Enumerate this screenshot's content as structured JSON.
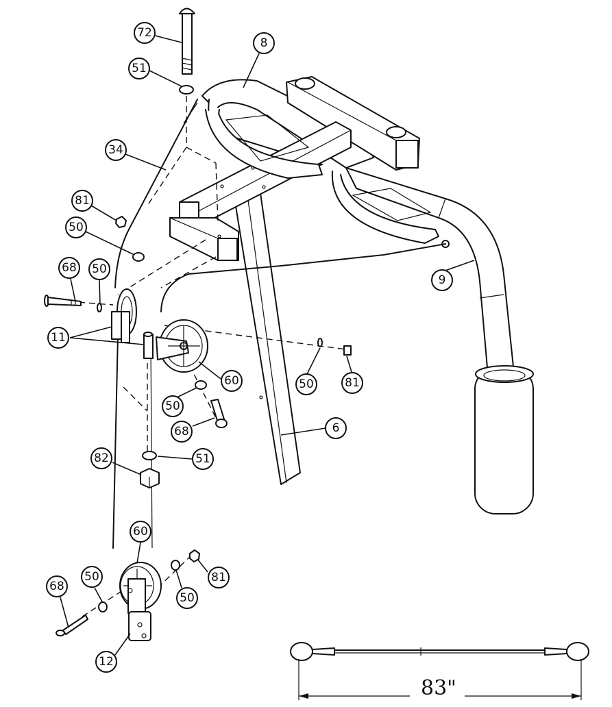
{
  "callouts": {
    "c72": "72",
    "c51a": "51",
    "c8": "8",
    "c34": "34",
    "c81a": "81",
    "c50a": "50",
    "c68a": "68",
    "c50b": "50",
    "c9": "9",
    "c11": "11",
    "c60a": "60",
    "c50c": "50",
    "c81b": "81",
    "c50d": "50",
    "c68b": "68",
    "c6": "6",
    "c82": "82",
    "c51b": "51",
    "c60b": "60",
    "c50e": "50",
    "c81c": "81",
    "c68c": "68",
    "c50f": "50",
    "c12": "12"
  },
  "cable_dimension": "83\""
}
